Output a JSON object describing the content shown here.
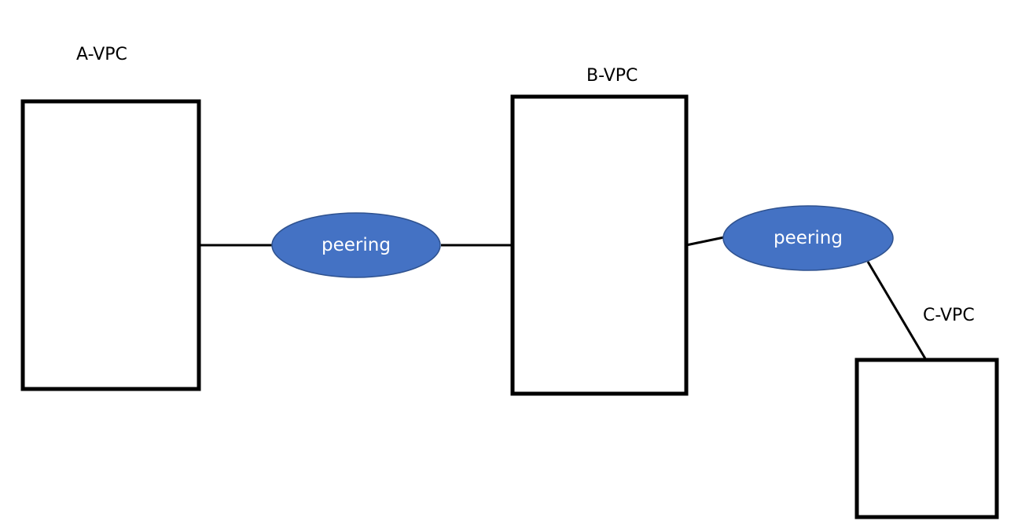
{
  "colors": {
    "background": "#ffffff",
    "stroke": "#000000",
    "peering_fill": "#4472c4",
    "peering_outline": "#2f528f",
    "peering_text": "#ffffff"
  },
  "vpcs": [
    {
      "id": "a",
      "label": "A-VPC"
    },
    {
      "id": "b",
      "label": "B-VPC"
    },
    {
      "id": "c",
      "label": "C-VPC"
    }
  ],
  "peerings": [
    {
      "id": "ab",
      "label": "peering",
      "connects": [
        "A-VPC",
        "B-VPC"
      ]
    },
    {
      "id": "bc",
      "label": "peering",
      "connects": [
        "B-VPC",
        "C-VPC"
      ]
    }
  ]
}
